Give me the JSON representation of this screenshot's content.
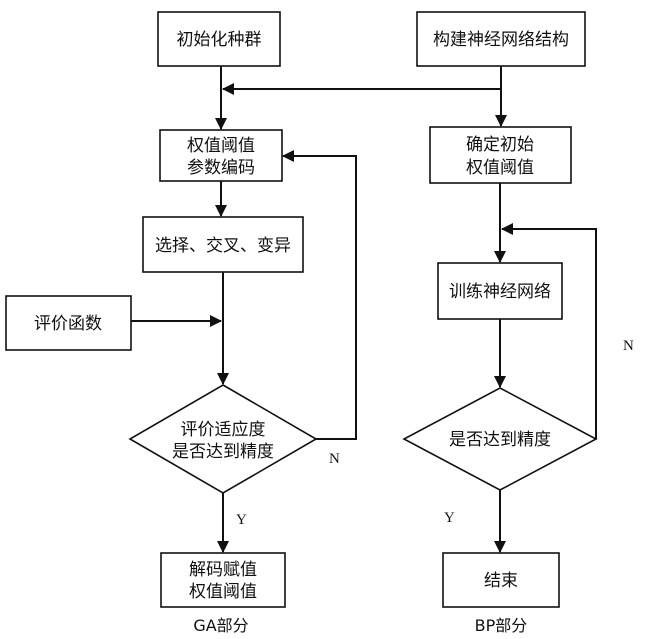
{
  "nodes": {
    "init_population": [
      "初始化种群"
    ],
    "build_network": [
      "构建神经网络结构"
    ],
    "encode_params": [
      "权值阈值",
      "参数编码"
    ],
    "determine_initial": [
      "确定初始",
      "权值阈值"
    ],
    "selection_ops": [
      "选择、交叉、变异"
    ],
    "train_network": [
      "训练神经网络"
    ],
    "evaluation_function": [
      "评价函数"
    ],
    "fitness_check": [
      "评价适应度",
      "是否达到精度"
    ],
    "precision_check": [
      "是否达到精度"
    ],
    "decode_assign": [
      "解码赋值",
      "权值阈值"
    ],
    "end": [
      "结束"
    ]
  },
  "edge_labels": {
    "ga_no": "N",
    "ga_yes": "Y",
    "bp_no": "N",
    "bp_yes": "Y"
  },
  "captions": {
    "ga_part": "GA部分",
    "bp_part": "BP部分"
  }
}
